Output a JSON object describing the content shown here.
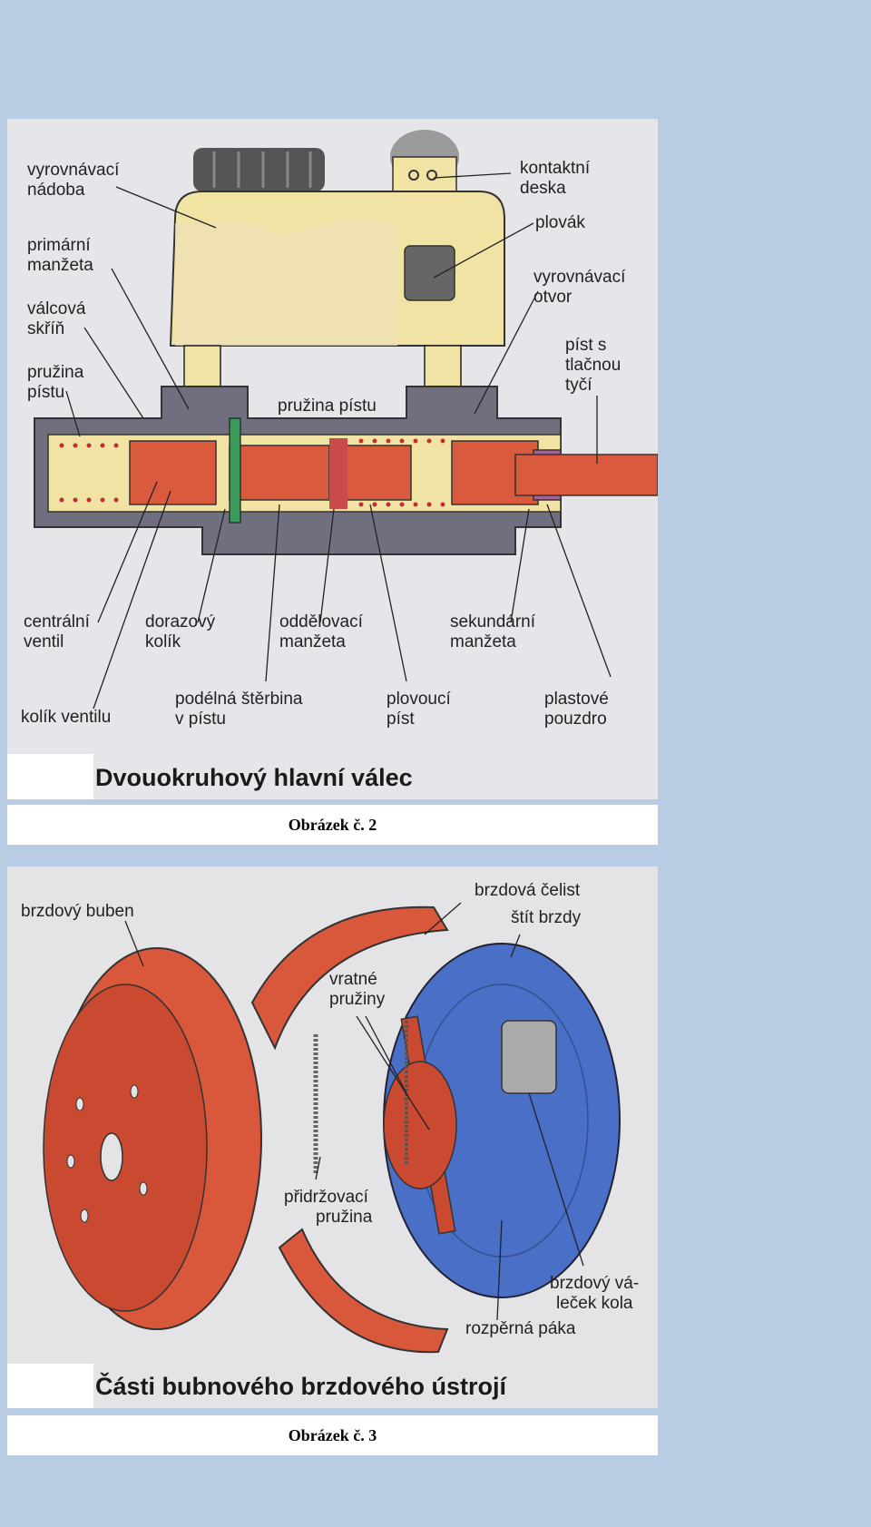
{
  "figure1": {
    "title": "Dvouokruhový hlavní válec",
    "caption": "Obrázek č. 2",
    "labels": {
      "vyrovnavaci_nadoba": [
        "vyrovnávací",
        "nádoba"
      ],
      "primarni_manzeta": [
        "primární",
        "manžeta"
      ],
      "valcova_skrin": [
        "válcová",
        "skříň"
      ],
      "pruzina_pistu_left": [
        "pružina",
        "pístu"
      ],
      "kontaktni_deska": [
        "kontaktní",
        "deska"
      ],
      "plovak": "plovák",
      "vyrovnavaci_otvor": [
        "vyrovnávací",
        "otvor"
      ],
      "pist_s_tlacnou_tyci": [
        "píst s",
        "tlačnou",
        "tyčí"
      ],
      "pruzina_pistu_center": "pružina pístu",
      "centralni_ventil": [
        "centrální",
        "ventil"
      ],
      "dorazovy_kolik": [
        "dorazový",
        "kolík"
      ],
      "oddelovaci_manzeta": [
        "oddělovací",
        "manžeta"
      ],
      "sekundarni_manzeta": [
        "sekundární",
        "manžeta"
      ],
      "kolik_ventilu": "kolík ventilu",
      "podelna_sterbina": [
        "podélná štěrbina",
        "v pístu"
      ],
      "plovouci_pist": [
        "plovoucí",
        "píst"
      ],
      "plastove_pouzdro": [
        "plastové",
        "pouzdro"
      ]
    }
  },
  "figure2": {
    "title": "Části bubnového brzdového ústrojí",
    "caption": "Obrázek č. 3",
    "labels": {
      "brzdovy_buben": "brzdový buben",
      "brzdova_celist": "brzdová čelist",
      "stit_brzdy": "štít brzdy",
      "vratne_pruziny": [
        "vratné",
        "pružiny"
      ],
      "pridrzovaci_pruzina": [
        "přidržovací",
        "pružina"
      ],
      "brzdovy_valecek": [
        "brzdový vá-",
        "leček kola"
      ],
      "rozperna_paka": "rozpěrná páka"
    }
  },
  "colors": {
    "page_bg": "#b8cce4",
    "housing": "#6f6f80",
    "reservoir": "#f0e3a3",
    "piston": "#d95a3c",
    "drum": "#d9573a",
    "backplate": "#4a6fc7"
  }
}
